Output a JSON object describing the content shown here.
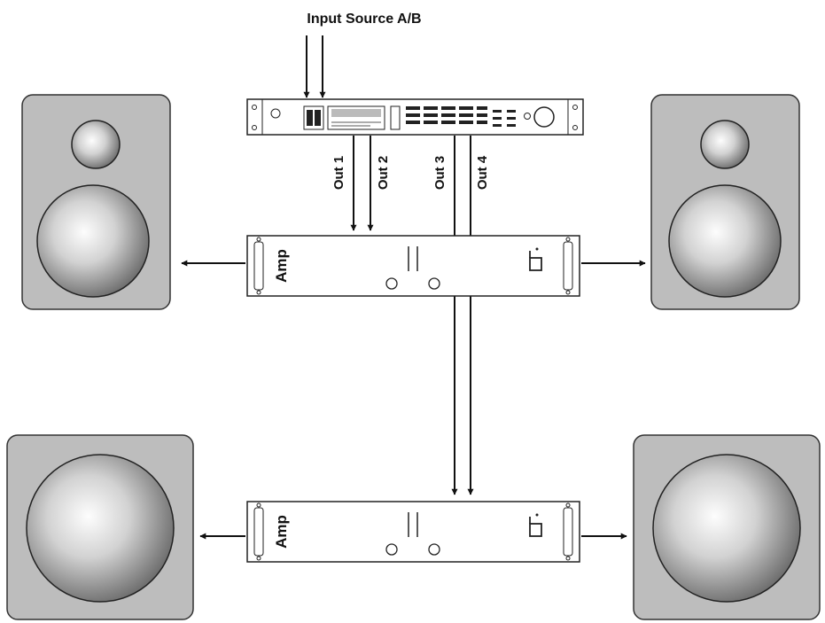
{
  "diagram": {
    "input_label": "Input Source A/B",
    "outputs": [
      "Out 1",
      "Out 2",
      "Out 3",
      "Out 4"
    ],
    "amp_top_label": "Amp",
    "amp_bottom_label": "Amp"
  }
}
